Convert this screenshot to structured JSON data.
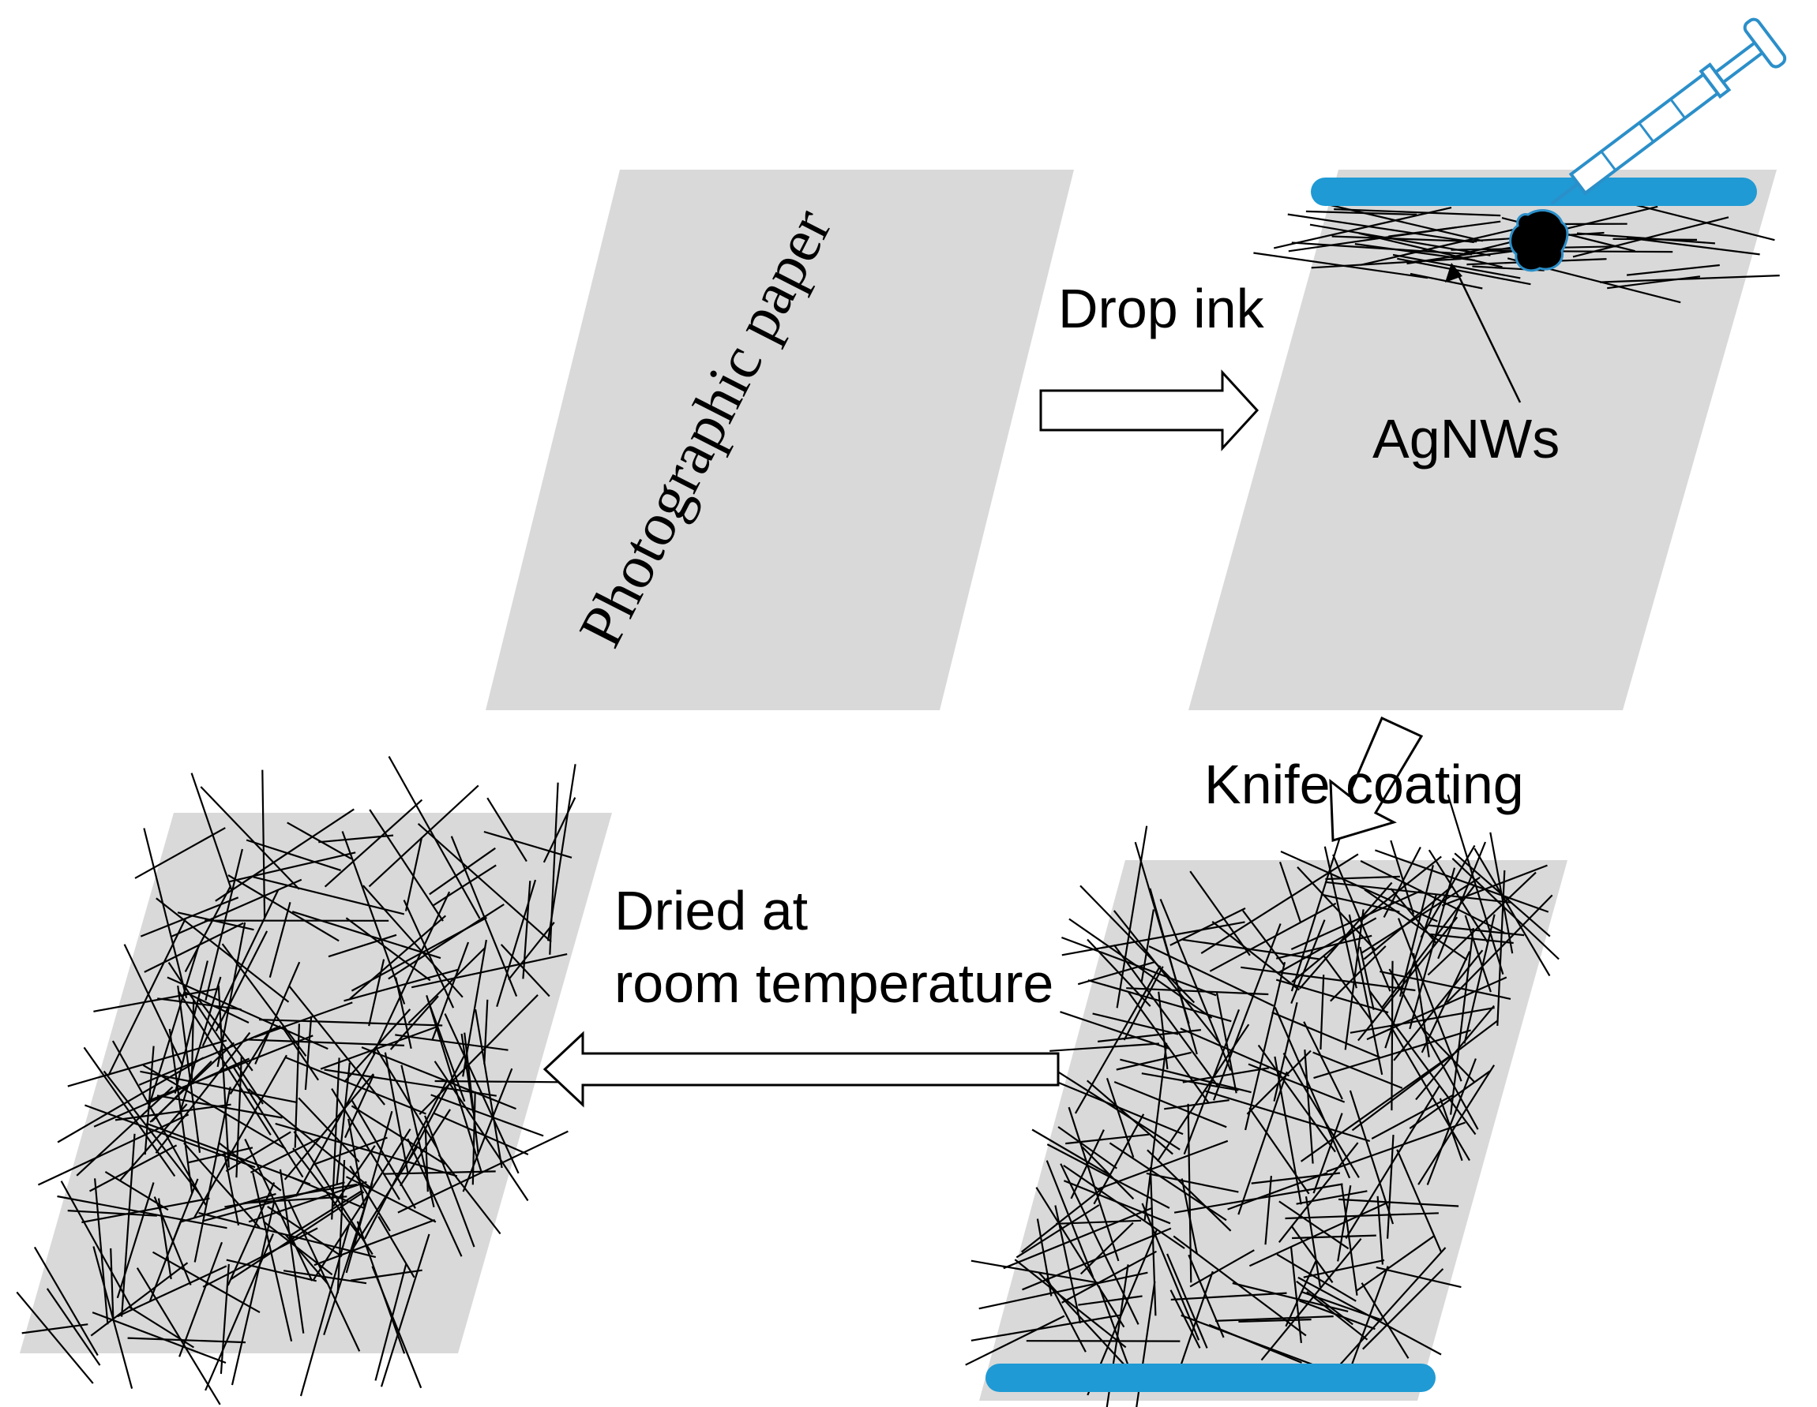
{
  "labels": {
    "paper": "Photographic paper",
    "drop_ink": "Drop ink",
    "agnws": "AgNWs",
    "knife_coating": "Knife coating",
    "dried_line1": "Dried at",
    "dried_line2": "room temperature"
  },
  "colors": {
    "panel": "#d9d9d9",
    "blade": "#1f9ad4",
    "syringe": "#2b8fc9",
    "wire": "#000000",
    "arrow_fill": "#ffffff"
  },
  "icons": {
    "syringe": "syringe-icon",
    "blade": "knife-blade-icon",
    "ink_drop": "ink-drop-icon"
  }
}
